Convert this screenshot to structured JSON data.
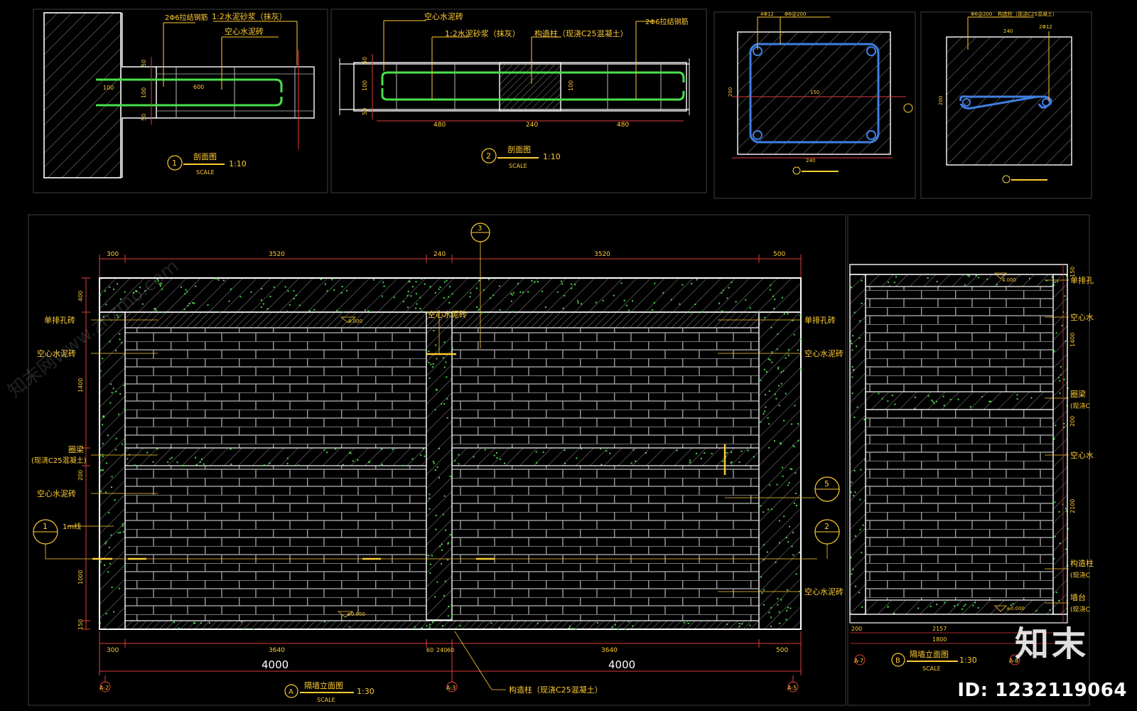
{
  "colors": {
    "background": "#000000",
    "frame": "#2b2b2b",
    "outline": "#ffffff",
    "dimension": "#e23c3c",
    "label": "#ffcc33",
    "rebar": "#49e04a",
    "stirrup": "#3f7fe0",
    "hatch": "#7a7a7a",
    "speckle": "#4ed84e",
    "brick_joint": "#9a9a9a"
  },
  "section1": {
    "tag": "1",
    "title": "剖面图",
    "scale_label": "SCALE",
    "scale": "1:10",
    "labels": [
      "1:2水泥砂浆（抹灰）",
      "2Φ6拉结钢筋",
      "空心水泥砖"
    ],
    "dims": [
      "50",
      "100",
      "50",
      "100",
      "600"
    ]
  },
  "section2": {
    "tag": "2",
    "title": "剖面图",
    "scale_label": "SCALE",
    "scale": "1:10",
    "labels": [
      "空心水泥砖",
      "1:2水泥砂浆（抹灰）",
      "构造柱（现浇C25混凝土）",
      "2Φ6拉结钢筋"
    ],
    "dims": [
      "50",
      "100",
      "50",
      "100",
      "480",
      "240",
      "480"
    ]
  },
  "section3": {
    "labels": [
      "4Φ12",
      "Φ6@200"
    ],
    "dims": [
      "240",
      "200",
      "150"
    ]
  },
  "section4": {
    "labels": [
      "Φ6@200",
      "构造柱（现浇C25混凝土）",
      "2Φ12"
    ],
    "dims": [
      "200",
      "240"
    ]
  },
  "elevation_main": {
    "tag": "A",
    "title": "隔墙立面图",
    "scale_label": "SCALE",
    "scale": "1:30",
    "top_dims": [
      "300",
      "3520",
      "240",
      "3520",
      "500"
    ],
    "bottom_dims": [
      "300",
      "3640",
      "60",
      "240",
      "60",
      "3640",
      "500"
    ],
    "overall_dims": [
      "4000",
      "4000"
    ],
    "left_dims": [
      "400",
      "1400",
      "200",
      "1000",
      "150"
    ],
    "grid_tags": [
      "A-2",
      "A-3",
      "A-5"
    ],
    "callouts_left": [
      "单排孔砖",
      "空心水泥砖",
      "圈梁",
      "(现浇C25混凝土)",
      "空心水泥砖",
      "1m线"
    ],
    "callouts_right": [
      "单排孔砖",
      "空心水泥砖",
      "空心水泥砖"
    ],
    "top_callout": "空心水泥砖",
    "bottom_callout": "构造柱（现浇C25混凝土）",
    "elev_marks": [
      "4.000",
      "±0.000"
    ],
    "section_markers": [
      "3",
      "1",
      "5",
      "2"
    ]
  },
  "elevation_side": {
    "tag": "B",
    "title": "隔墙立面图",
    "scale_label": "SCALE",
    "scale": "1:30",
    "callouts_right": [
      "单排孔",
      "空心水",
      "圈梁",
      "(现浇C",
      "空心水",
      "构造柱",
      "(现浇C",
      "墙台",
      "(现浇C"
    ],
    "right_dims": [
      "150",
      "1400",
      "200",
      "2100"
    ],
    "bottom_dims": [
      "200",
      "1800",
      "2157"
    ],
    "grid_tags": [
      "A-7",
      "A-8"
    ],
    "elev_marks": [
      "4.000",
      "±0.000"
    ]
  },
  "watermarks": [
    "知末网www.znzmo.com"
  ],
  "brand": "知末",
  "image_id": "ID: 1232119064"
}
